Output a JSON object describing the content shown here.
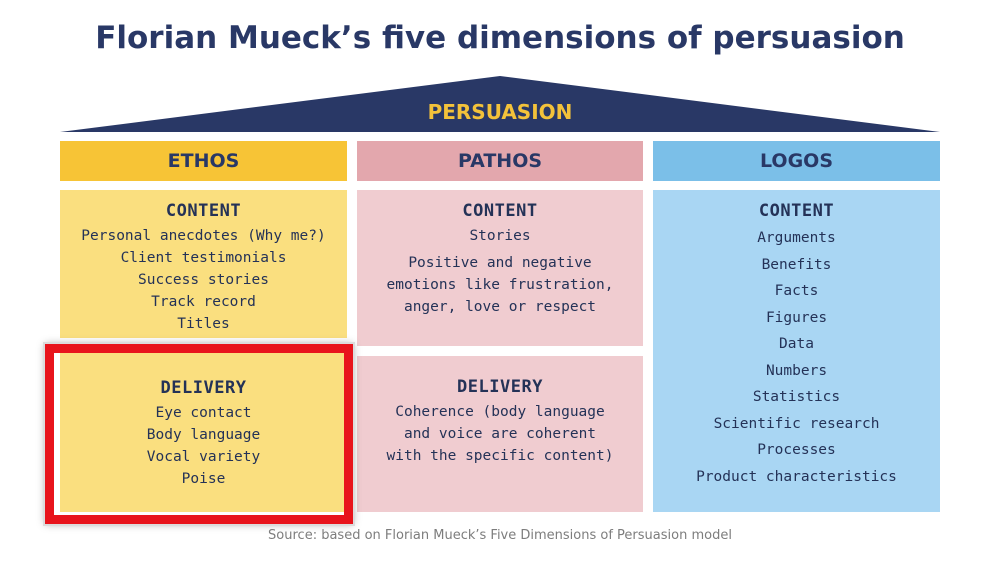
{
  "title": "Florian Mueck’s five dimensions of persuasion",
  "roof_label": "PERSUASION",
  "colors": {
    "navy": "#293866",
    "ethos_head": "#f7c436",
    "ethos_body": "#fadf7f",
    "pathos_head": "#e3a7ad",
    "pathos_body": "#f0ccd0",
    "logos_head": "#7bbfe8",
    "logos_body": "#a9d6f3",
    "highlight": "#e8141c"
  },
  "pillars": [
    {
      "name": "ETHOS",
      "content_title": "CONTENT",
      "content_lines": [
        "Personal anecdotes (Why me?)",
        "Client testimonials",
        "Success stories",
        "Track record",
        "Titles"
      ],
      "delivery_title": "DELIVERY",
      "delivery_lines": [
        "Eye contact",
        "Body language",
        "Vocal variety",
        "Poise"
      ]
    },
    {
      "name": "PATHOS",
      "content_title": "CONTENT",
      "content_lines": [
        "Stories",
        "Positive and negative",
        "emotions like frustration,",
        "anger, love or respect"
      ],
      "delivery_title": "DELIVERY",
      "delivery_lines": [
        "Coherence (body language",
        "and voice are coherent",
        "with the specific content)"
      ]
    },
    {
      "name": "LOGOS",
      "content_title": "CONTENT",
      "content_lines": [
        "Arguments",
        "Benefits",
        "Facts",
        "Figures",
        "Data",
        "Numbers",
        "Statistics",
        "Scientific research",
        "Processes",
        "Product characteristics"
      ]
    }
  ],
  "source": "Source: based on Florian Mueck’s Five Dimensions of Persuasion model"
}
